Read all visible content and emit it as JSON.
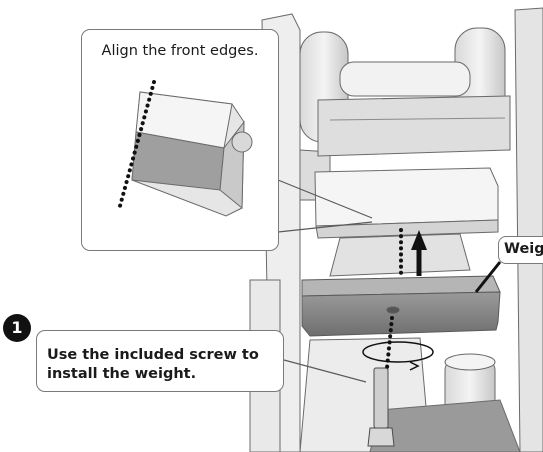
{
  "zoom_callout": {
    "caption": "Align the front edges."
  },
  "step": {
    "number": "1",
    "instruction": "Use the included screw to install the weight."
  },
  "weight_label": "Weight",
  "colors": {
    "line": "#5a5a5a",
    "part_light": "#e6e6e6",
    "part_dark": "#8c8c8c",
    "dots": "#111111"
  }
}
